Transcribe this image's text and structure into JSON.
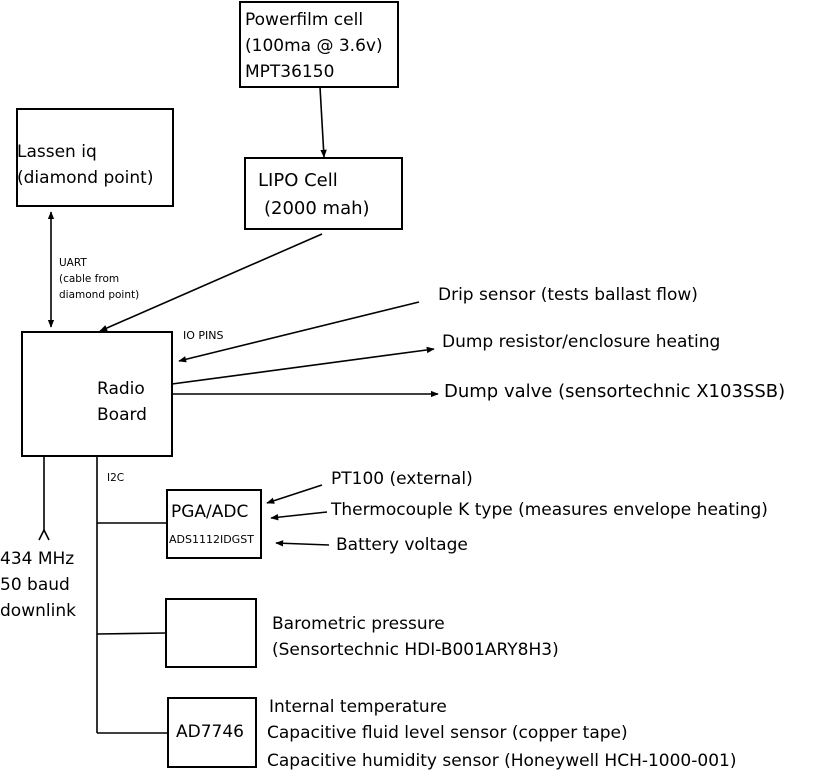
{
  "powerfilm": {
    "line1": "Powerfilm cell",
    "line2": "(100ma @ 3.6v)",
    "line3": "MPT36150"
  },
  "lipo": {
    "line1": "LIPO Cell",
    "line2": "(2000 mah)"
  },
  "lassen": {
    "line1": "Lassen iq",
    "line2": "(diamond point)"
  },
  "uart": {
    "line1": "UART",
    "line2": "(cable from",
    "line3": "diamond point)"
  },
  "radio": {
    "line1": "Radio",
    "line2": "Board"
  },
  "io_pins": "IO PINS",
  "drip": "Drip sensor (tests ballast flow)",
  "dump_resistor": "Dump resistor/enclosure heating",
  "dump_valve": "Dump valve (sensortechnic X103SSB)",
  "i2c": "I2C",
  "downlink": {
    "line1": "434 MHz",
    "line2": "50 baud",
    "line3": "downlink"
  },
  "pga": {
    "title": "PGA/ADC",
    "part": "ADS1112IDGST"
  },
  "pt100": "PT100 (external)",
  "thermocouple": "Thermocouple K type (measures envelope heating)",
  "battery": "Battery voltage",
  "barometric": {
    "line1": "Barometric pressure",
    "line2": "(Sensortechnic HDI-B001ARY8H3)"
  },
  "ad7746": {
    "title": "AD7746",
    "internal_temp": "Internal temperature",
    "fluid": "Capacitive fluid level sensor (copper tape)",
    "humidity": "Capacitive humidity sensor (Honeywell HCH-1000-001)"
  }
}
